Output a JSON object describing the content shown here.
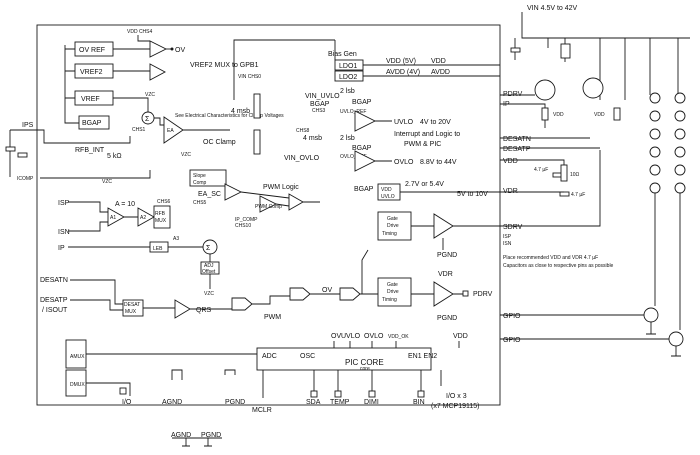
{
  "chip": {
    "blocks": {
      "ov_ref": "OV REF",
      "vref2_box": "VREF2",
      "vref_box": "VREF",
      "bgap_left": "BGAP",
      "bias_gen": "Bias Gen",
      "ldo1": "LDO1",
      "ldo2": "LDO2",
      "slope_comp": "Slope Comp",
      "ea_sc": "EA_SC",
      "rfb_mux": "RFB MUX",
      "leb": "LEB",
      "adj_offset": "ADJ Offset",
      "desat_mux": "DESAT MUX",
      "pic_core": "PIC CORE",
      "gate_drive_top": "Gate Drive Timing",
      "gate_drive_bottom": "Gate Drive Timing",
      "vdd_uvlo": "VDD UVLO",
      "amux": "AMUX",
      "dmux": "DMUX"
    },
    "labels": {
      "vdd_chs4": "VDD CHS4",
      "ov": "OV",
      "vref2_mux": "VREF2 MUX to GPB1",
      "vzc_top": "VZC",
      "chs1": "CHS1",
      "ea_note": "See Electrical Characteristics for Clamp Voltages",
      "oc_clamp": "OC Clamp",
      "four_msb_top": "4 msb",
      "vin_chs0": "VIN CHS0",
      "bgap_uvlo": "BGAP",
      "chs3": "CHS3",
      "two_lsb_top": "2 lsb",
      "uvlo_ref": "UVLO_REF",
      "vin_uvlo": "VIN_UVLO",
      "uvlo_out": "UVLO",
      "four_msb_mid": "4 msb",
      "chs8": "CHS8",
      "two_lsb_bottom": "2 lsb",
      "bgap_ovlo": "BGAP",
      "ovlo_ref": "OVLO_REF",
      "vin_ovlo": "VIN_OVLO",
      "ovlo_out": "OVLO",
      "vdd_5v": "VDD (5V)",
      "avdd_4v": "AVDD (4V)",
      "vdd_out": "VDD",
      "avdd_out": "AVDD",
      "range_uvlo": "4V to 20V",
      "interrupt": "Interrupt and Logic to PWM & PIC",
      "range_ovlo": "8.8V to 44V",
      "ips": "IPS",
      "icomp": "ICOMP",
      "rfb_int": "RFB_INT",
      "five_kohm": "5 kΩ",
      "vzc_mid": "VZC",
      "vzc_rfb": "VZC",
      "a10": "A = 10",
      "a1": "A1",
      "a2": "A2",
      "chs6": "CHS6",
      "isp": "ISP",
      "isn": "ISN",
      "ip": "IP",
      "a3": "A3",
      "vzc_bottom": "VZC",
      "chs5": "CHS5",
      "pwm_logic": "PWM Logic",
      "pwm_comp": "PWM Comp",
      "ip_comp": "IP_COMP",
      "chs10": "CHS10",
      "desat_n": "DESATN",
      "desat_p": "DESATP",
      "i_sout": "/ ISOUT",
      "qrs": "QRS",
      "pwm": "PWM",
      "ov_logic": "OV",
      "bgap_vdd": "BGAP",
      "r_27": "2.7V or 5.4V",
      "range_vdd": "5V to 10V",
      "pgnd_top": "PGND",
      "pgnd_bottom": "PGND",
      "vdr_out": "VDR",
      "pdrv_pin": "PDRV",
      "adc": "ADC",
      "osc": "OSC",
      "ov_core": "OV",
      "uvlo_core": "UVLO",
      "ovlo_core": "OVLO",
      "vdd_ok": "VDD_OK",
      "vdd_core": "VDD",
      "en1_en2": "EN1 EN2",
      "core_sub": "core",
      "io": "I/O",
      "agnd": "AGND",
      "pgnd_pin": "PGND",
      "mclr": "MCLR",
      "sda": "SDA",
      "temp": "TEMP",
      "dimi": "DIMI",
      "bin": "BIN",
      "io_x3": "I/O x 3",
      "x7": "(x7 MCP19115)",
      "agnd_foot": "AGND",
      "pgnd_foot": "PGND",
      "vin_range": "VIN 4.5V to 42V",
      "pdrv_ext": "PDRV",
      "ip_ext": "IP",
      "vdd_ext1": "VDD",
      "vdd_ext2": "VDD",
      "desatn_ext": "DESATN",
      "desatp_ext": "DESATP",
      "vdd_pin": "VDD",
      "cap_47_1": "4.7 µF",
      "r_10": "10Ω",
      "vdr_pin": "VDR",
      "cap_47_2": "4.7 µF",
      "sdrv": "SDRV",
      "isp_ext": "ISP",
      "isn_ext": "ISN",
      "note": "Place recommended VDD and VDR 4.7 µF Capacitors as close to respective pins as possible",
      "gpio_top": "GPIO",
      "gpio_bottom": "GPIO"
    }
  }
}
